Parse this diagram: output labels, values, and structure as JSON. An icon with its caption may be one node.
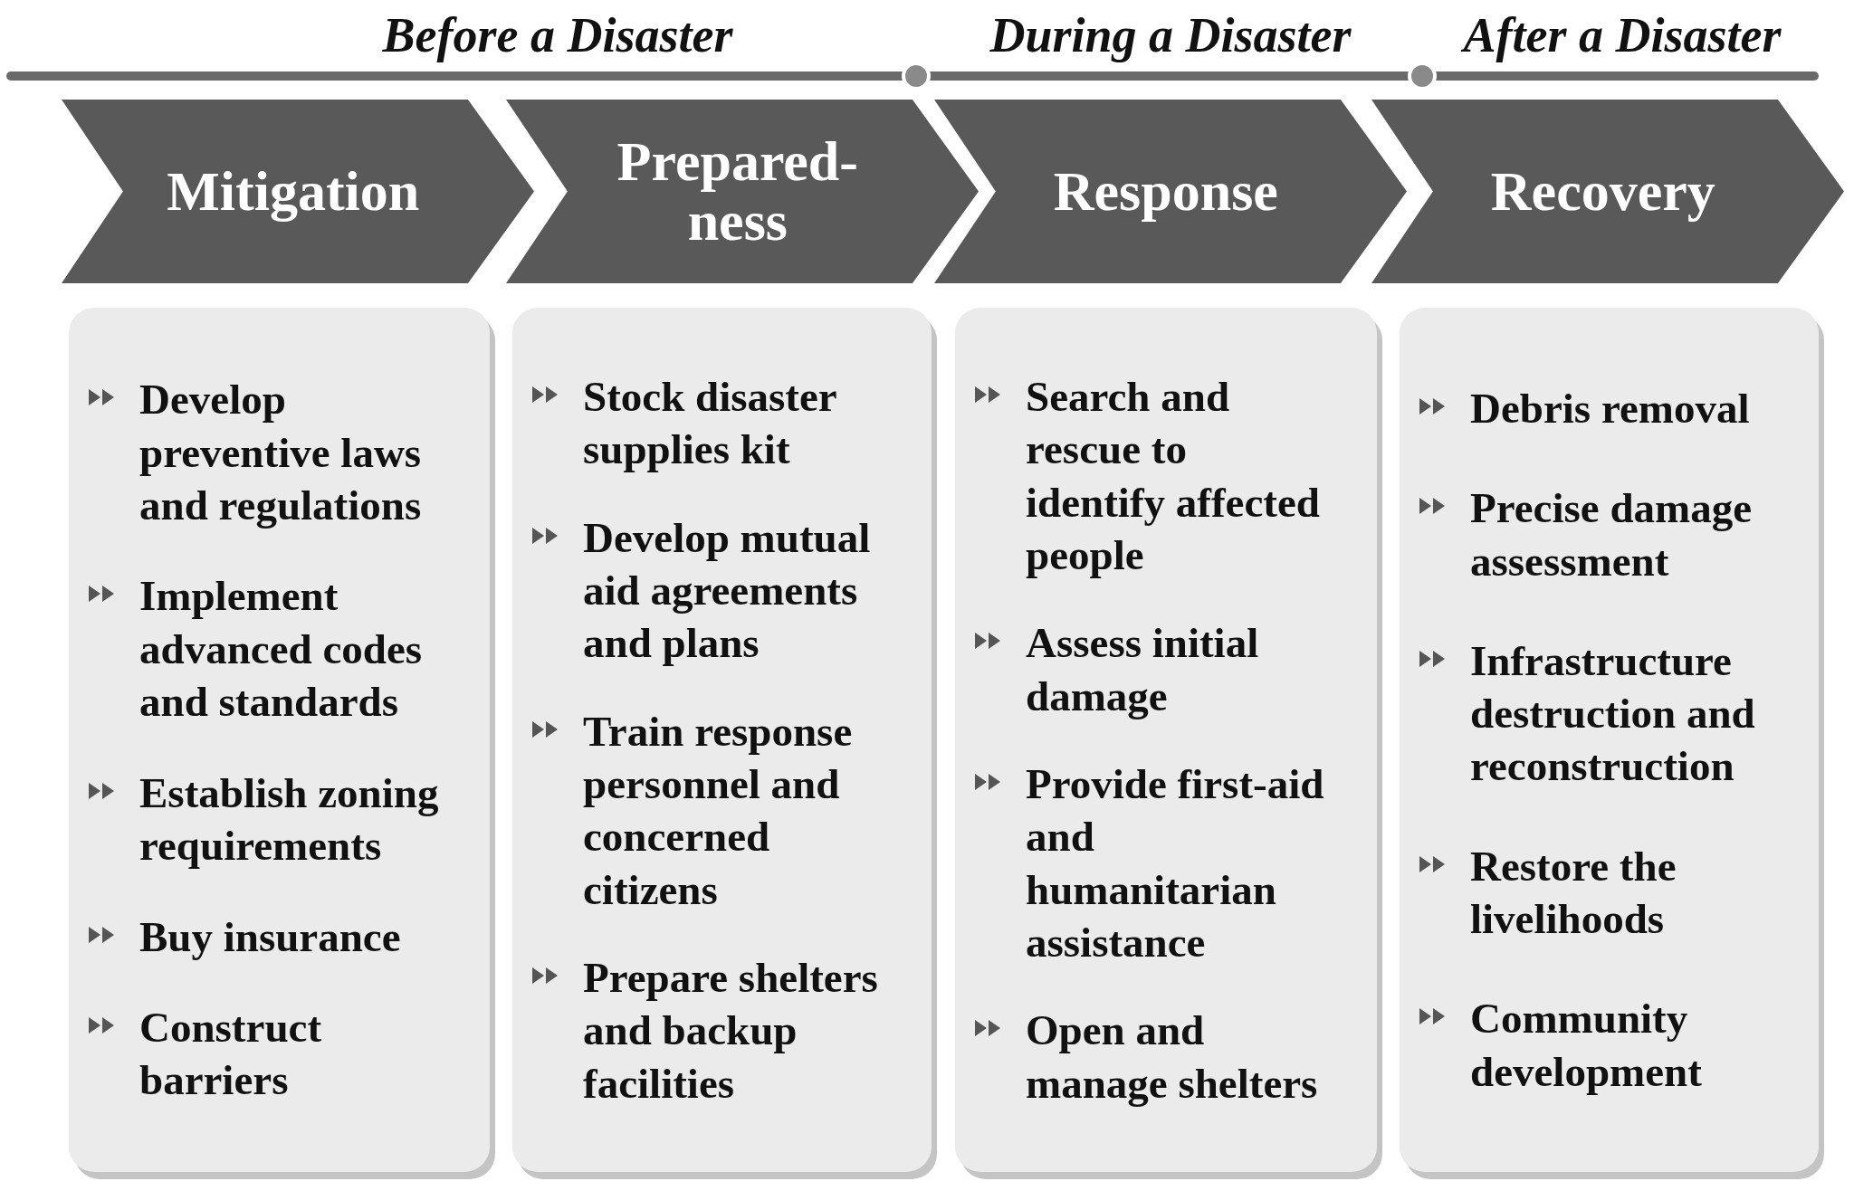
{
  "diagram": {
    "nodes": [
      {
        "text": [
          "Mitigation"
        ]
      },
      {
        "text": [
          "Prepared- ness"
        ]
      },
      {
        "text": [
          "Response"
        ]
      },
      {
        "text": [
          "Recovery"
        ]
      },
      {
        "text": [
          "Develop preventive laws and regulations",
          "Implement advanced codes and standards",
          "Establish zoning requirements",
          "Buy insurance",
          "Construct barriers"
        ]
      },
      {
        "text": [
          "Stock disaster supplies kit",
          "Develop mutual aid agreements and plans",
          "Train response personnel and concerned citizens",
          "Prepare shelters and backup facilities"
        ]
      },
      {
        "text": [
          "Search and rescue to identify affected people",
          "Assess initial damage",
          "Provide first-aid and humanitarian assistance",
          "Open and manage shelters"
        ]
      },
      {
        "text": [
          "Debris removal",
          "Precise damage assessment",
          "Infrastructure destruction and reconstruction",
          "Restore the livelihoods",
          "Community development"
        ]
      }
    ],
    "labels": [
      "Before a Disaster",
      "During a Disaster",
      "After a Disaster"
    ]
  }
}
